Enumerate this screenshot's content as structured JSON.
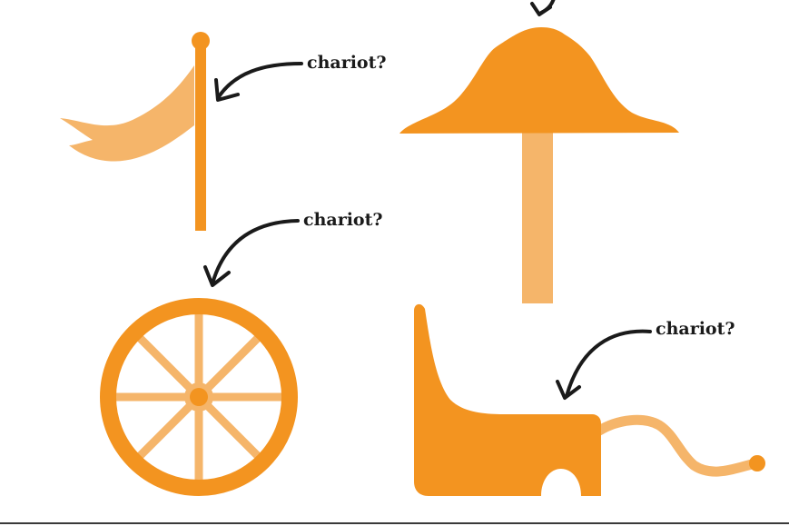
{
  "labels": {
    "flag": "chariot?",
    "wheel": "chariot?",
    "cart": "chariot?"
  },
  "colors": {
    "orange": "#f39420",
    "light_orange": "#f5b56a",
    "ink": "#1a1a1a"
  }
}
